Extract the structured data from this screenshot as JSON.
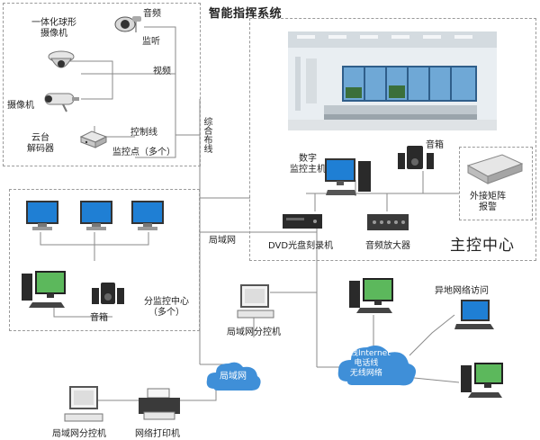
{
  "title": "智能指挥系统",
  "colors": {
    "wire": "#8a8a8a",
    "box_border": "#9a9a9a",
    "cloud": "#3f8fd8",
    "cloud_text": "#ffffff",
    "screen": "#1f7fd4",
    "device_dark": "#2a2a2a",
    "device_light": "#d8d8d8"
  },
  "front_end": {
    "dome_camera_label": "一体化球形\n摄像机",
    "audio_label": "音频",
    "monitor_listen_label": "监听",
    "video_label": "视频",
    "camera_label": "摄像机",
    "ptz_decoder_label": "云台\n解码器",
    "control_line_label": "控制线",
    "monitor_points_label": "监控点（多个）"
  },
  "cabling_label": "综合布线",
  "main_center": {
    "screen_caption": "",
    "digital_host_label": "数字\n监控主机",
    "speaker_label": "音箱",
    "matrix_alarm_label": "外接矩阵\n报警",
    "dvd_label": "DVD光盘刻录机",
    "amplifier_label": "音频放大器",
    "center_name": "主控中心"
  },
  "sub_center": {
    "speaker_label": "音箱",
    "name_label": "分监控中心\n（多个）"
  },
  "lan_label": "局域网",
  "lan_sub_control_mid": "局域网分控机",
  "remote_access_label": "异地网络访问",
  "internet_cloud_text": "专线Internet\n电话线\n无线网络",
  "lan_cloud_text": "局域网",
  "bottom": {
    "lan_sub_control": "局域网分控机",
    "network_printer": "网络打印机"
  },
  "icons": [
    "speaker-icon",
    "dome-camera-icon",
    "bullet-camera-icon",
    "decoder-icon",
    "monitor-icon",
    "pc-icon",
    "dvd-recorder-icon",
    "amplifier-icon",
    "alarm-matrix-icon",
    "laptop-icon",
    "printer-icon",
    "cloud-icon"
  ]
}
